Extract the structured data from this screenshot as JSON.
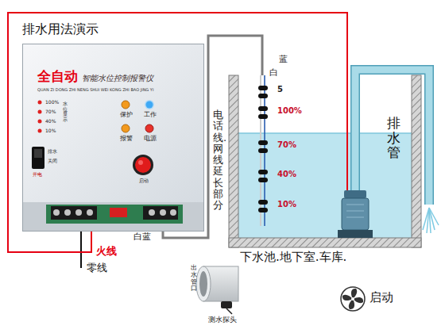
{
  "diagram": {
    "title": "排水用法演示",
    "nodes": [
      {
        "text": [
          "全自动",
          "智能水位控制报警仪",
          "QUAN ZI DONG ZHI NENG SHUI WEI KONG ZHI BAO JING YI",
          "100%",
          "70%",
          "40%",
          "10%",
          "水位显示",
          "保护",
          "工作",
          "报警",
          "电源",
          "排水",
          "关闭",
          "开电",
          "启动"
        ]
      },
      {
        "text": [
          "下水池.地下室.车库."
        ]
      }
    ],
    "edges": [
      {
        "from": 0,
        "to": 1,
        "arrow": "none"
      },
      {
        "from": 0,
        "to": 1,
        "label": "电话线.网线延长部分",
        "arrow": "none"
      }
    ],
    "labels": [
      "白",
      "蓝",
      "5",
      "100%",
      "70%",
      "40%",
      "10%",
      "排水管",
      "火线",
      "零线",
      "白蓝",
      "出水管口",
      "测水探头",
      "启动"
    ]
  }
}
